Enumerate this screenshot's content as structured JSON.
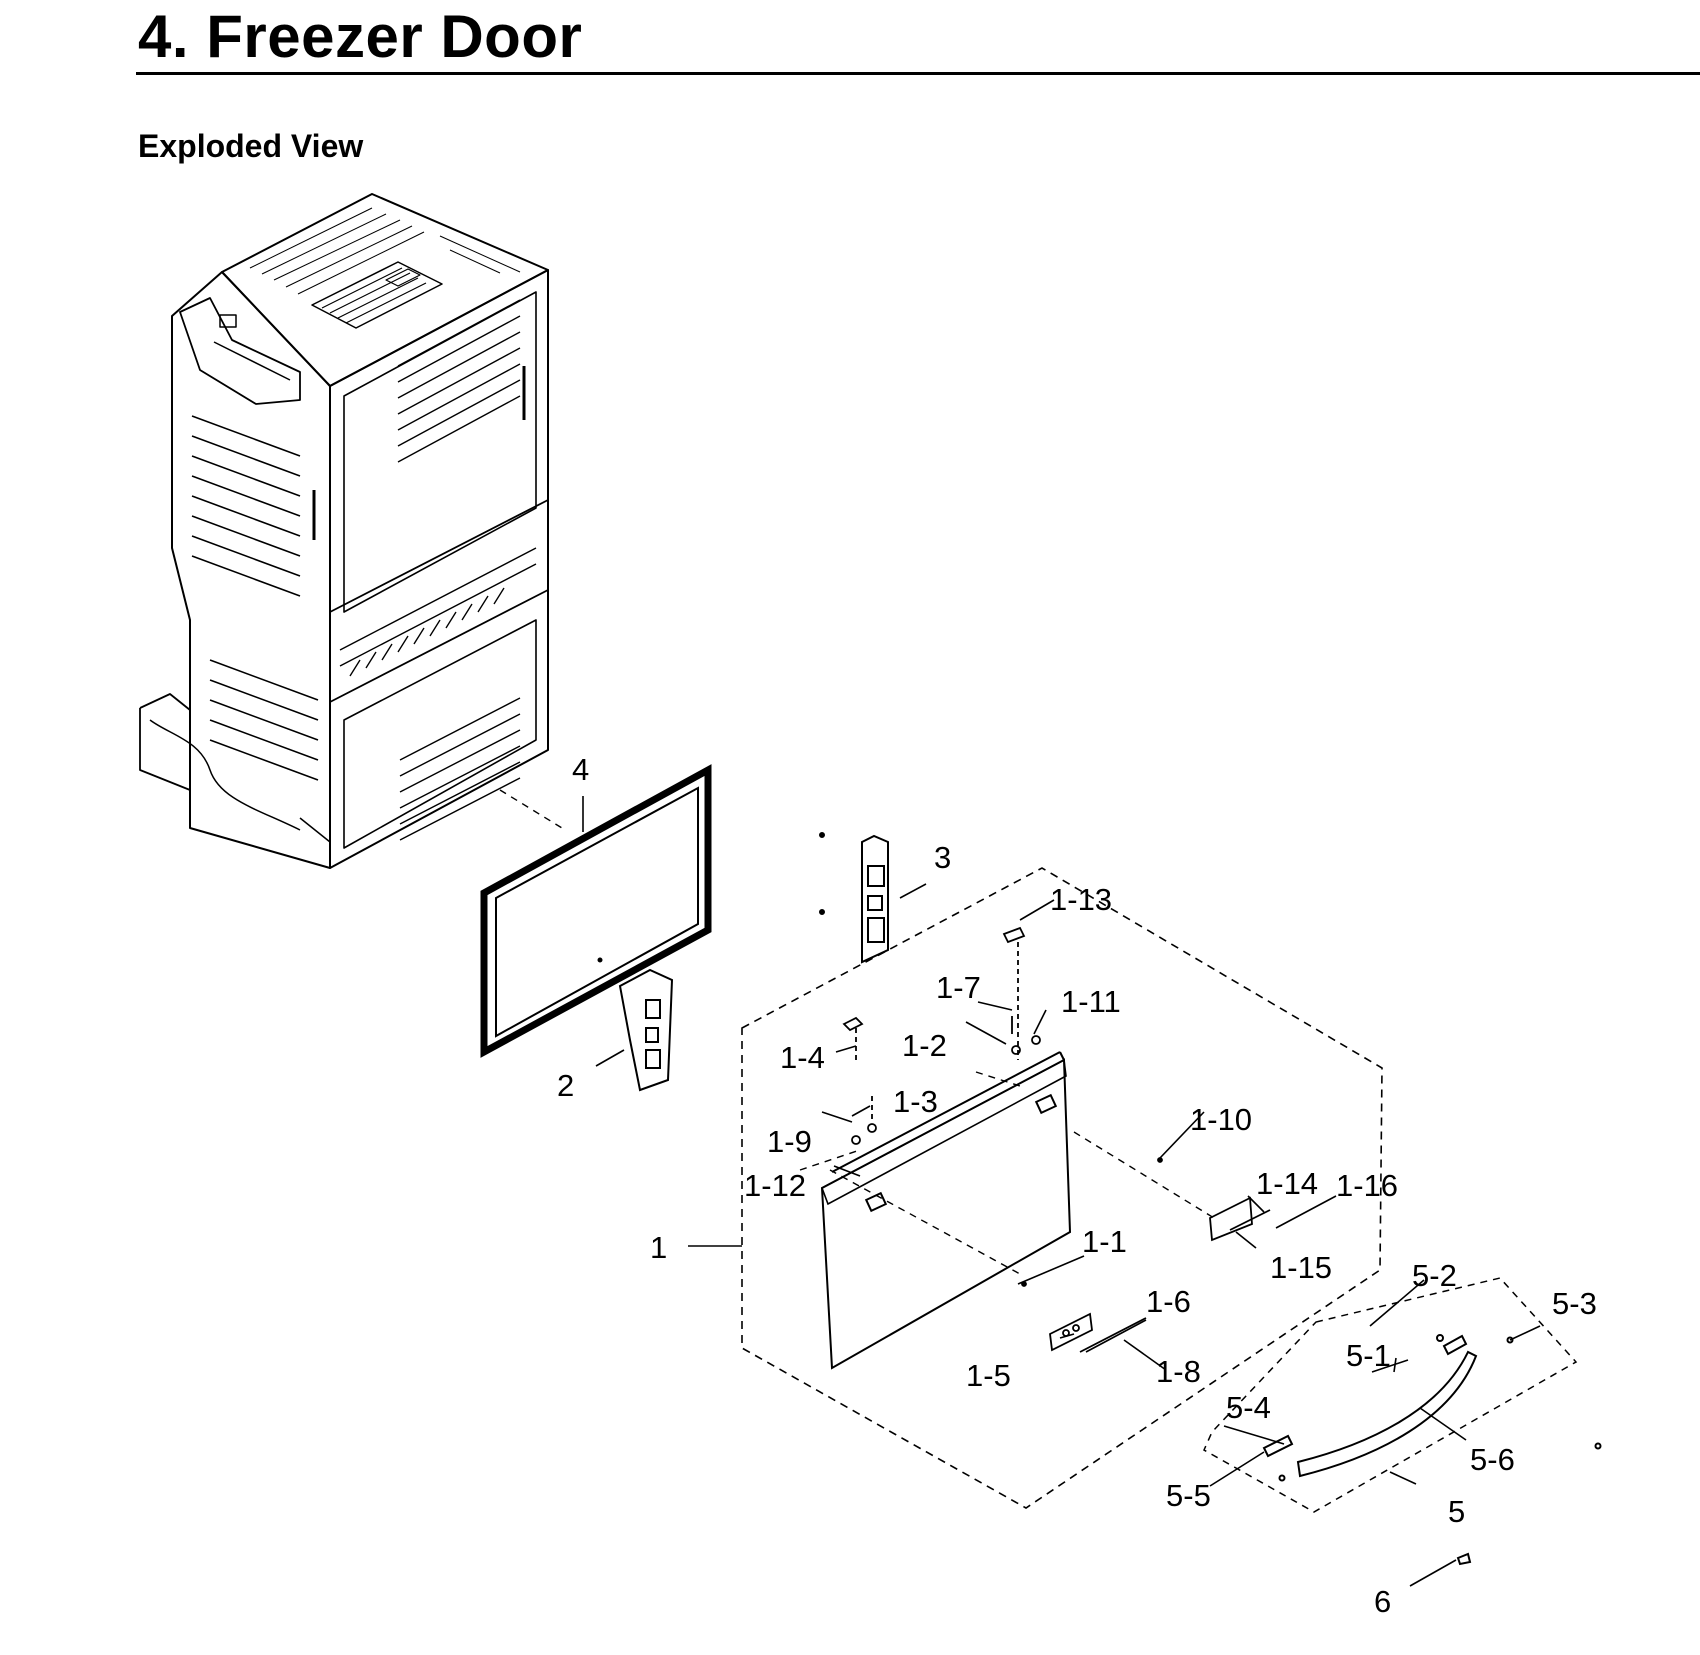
{
  "header": {
    "title": "4.  Freezer Door",
    "subtitle": "Exploded View"
  },
  "diagram": {
    "callouts": [
      {
        "id": "4",
        "text": "4"
      },
      {
        "id": "3",
        "text": "3"
      },
      {
        "id": "2",
        "text": "2"
      },
      {
        "id": "1",
        "text": "1"
      },
      {
        "id": "1-1",
        "text": "1-1"
      },
      {
        "id": "1-2",
        "text": "1-2"
      },
      {
        "id": "1-3",
        "text": "1-3"
      },
      {
        "id": "1-4",
        "text": "1-4"
      },
      {
        "id": "1-5",
        "text": "1-5"
      },
      {
        "id": "1-6",
        "text": "1-6"
      },
      {
        "id": "1-7",
        "text": "1-7"
      },
      {
        "id": "1-8",
        "text": "1-8"
      },
      {
        "id": "1-9",
        "text": "1-9"
      },
      {
        "id": "1-10",
        "text": "1-10"
      },
      {
        "id": "1-11",
        "text": "1-11"
      },
      {
        "id": "1-12",
        "text": "1-12"
      },
      {
        "id": "1-13",
        "text": "1-13"
      },
      {
        "id": "1-14",
        "text": "1-14"
      },
      {
        "id": "1-15",
        "text": "1-15"
      },
      {
        "id": "1-16",
        "text": "1-16"
      },
      {
        "id": "5",
        "text": "5"
      },
      {
        "id": "5-1",
        "text": "5-1"
      },
      {
        "id": "5-2",
        "text": "5-2"
      },
      {
        "id": "5-3",
        "text": "5-3"
      },
      {
        "id": "5-4",
        "text": "5-4"
      },
      {
        "id": "5-5",
        "text": "5-5"
      },
      {
        "id": "5-6",
        "text": "5-6"
      },
      {
        "id": "6",
        "text": "6"
      }
    ]
  }
}
